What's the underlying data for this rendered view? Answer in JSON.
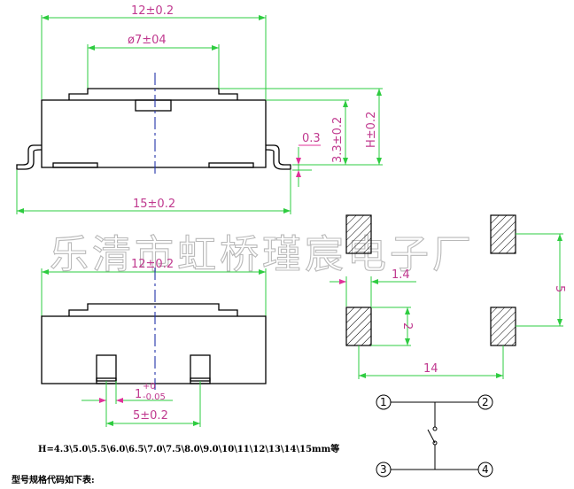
{
  "watermark": "乐清市虹桥瑾宸电子厂",
  "top_view": {
    "width_label": "12±0.2",
    "button_label": "ø7±04",
    "lead_label": "0.3",
    "height_small": "3.3±0.2",
    "height_total": "H±0.2",
    "span_label": "15±0.2"
  },
  "bottom_view": {
    "width_label": "12±0.2",
    "pin_tol_label": "1",
    "pin_tol_sup": "+0",
    "pin_tol_sub": "-0.05",
    "pin_span_label": "5±0.2"
  },
  "footprint": {
    "pad_width": "1.4",
    "pad_height": "2",
    "vertical_pitch": "5",
    "horizontal_pitch": "14"
  },
  "schematic": {
    "pins": [
      "1",
      "2",
      "3",
      "4"
    ]
  },
  "notes": {
    "heights": "H=4.3\\5.0\\5.5\\6.0\\6.5\\7.0\\7.5\\8.0\\9.0\\10\\11\\12\\13\\14\\15mm等",
    "model_code": "型号规格代码如下表:"
  }
}
